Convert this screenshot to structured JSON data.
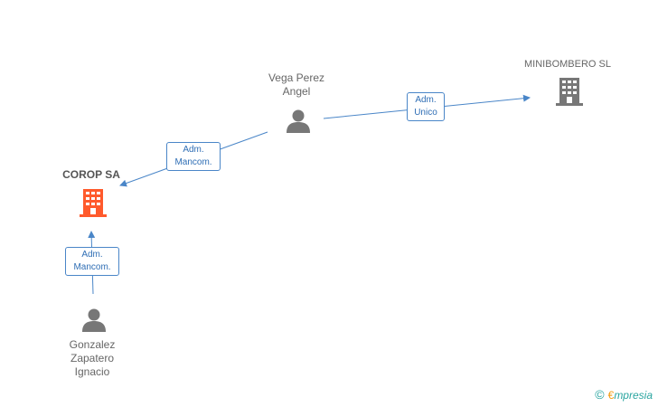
{
  "nodes": {
    "vega": {
      "name_line1": "Vega Perez",
      "name_line2": "Angel"
    },
    "minibombero": {
      "name": "MINIBOMBERO SL"
    },
    "corop": {
      "name": "COROP SA"
    },
    "gonzalez": {
      "name_line1": "Gonzalez",
      "name_line2": "Zapatero",
      "name_line3": "Ignacio"
    }
  },
  "edges": {
    "vega_to_minibombero": {
      "line1": "Adm.",
      "line2": "Unico"
    },
    "vega_to_corop": {
      "line1": "Adm.",
      "line2": "Mancom."
    },
    "gonzalez_to_corop": {
      "line1": "Adm.",
      "line2": "Mancom."
    }
  },
  "colors": {
    "edge": "#4a86c8",
    "person": "#777777",
    "company": "#777777",
    "highlight_company": "#ff5a2c"
  },
  "footer": {
    "copyright_symbol": "©",
    "brand_first": "€",
    "brand_rest": "mpresia"
  }
}
